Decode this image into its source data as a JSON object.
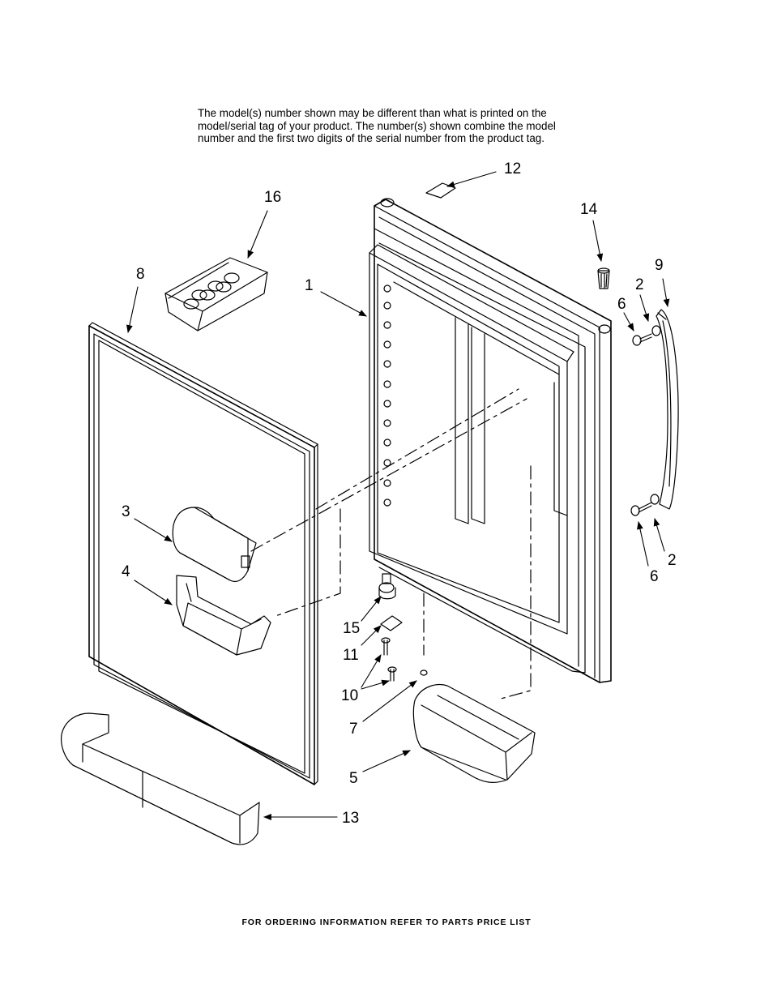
{
  "note": {
    "lines": [
      "The model(s) number shown may be different than what is printed on the",
      "model/serial tag of your product. The number(s) shown combine the model",
      "number and the first two digits of the serial number from the product tag."
    ]
  },
  "callouts": {
    "c1": "1",
    "c2a": "2",
    "c2b": "2",
    "c3": "3",
    "c4": "4",
    "c5": "5",
    "c6a": "6",
    "c6b": "6",
    "c7": "7",
    "c8": "8",
    "c9": "9",
    "c10": "10",
    "c11": "11",
    "c12": "12",
    "c13": "13",
    "c14": "14",
    "c15": "15",
    "c16": "16"
  },
  "footer": "FOR ORDERING INFORMATION REFER TO PARTS PRICE LIST"
}
